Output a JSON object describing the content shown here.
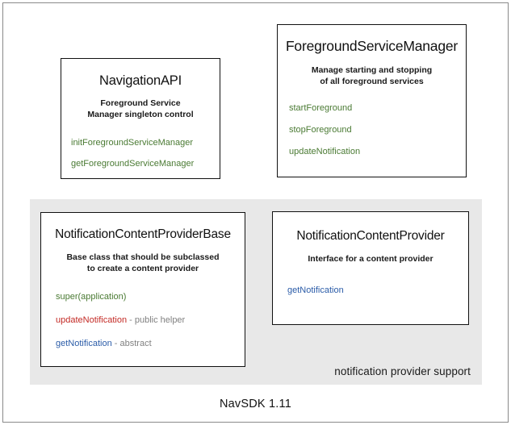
{
  "diagram": {
    "footer_label": "NavSDK 1.11",
    "colors": {
      "background": "#ffffff",
      "frame_border": "#8a8a8a",
      "group_panel": "#e8e8e8",
      "box_border": "#111111",
      "method_green": "#4a7a33",
      "method_red": "#c32a25",
      "method_blue": "#2b5ca8",
      "note_gray": "#808080",
      "text": "#111111"
    },
    "group_panel": {
      "label": "notification provider support"
    },
    "boxes": [
      {
        "id": "navigationapi",
        "title": "NavigationAPI",
        "description": "Foreground Service\nManager singleton control",
        "members": [
          {
            "name": "initForegroundServiceManager",
            "color": "green",
            "note": ""
          },
          {
            "name": "getForegroundServiceManager",
            "color": "green",
            "note": ""
          }
        ]
      },
      {
        "id": "foregroundservicemanager",
        "title": "ForegroundServiceManager",
        "description": "Manage starting and stopping\nof all foreground services",
        "members": [
          {
            "name": "startForeground",
            "color": "green",
            "note": ""
          },
          {
            "name": "stopForeground",
            "color": "green",
            "note": ""
          },
          {
            "name": "updateNotification",
            "color": "green",
            "note": ""
          }
        ]
      },
      {
        "id": "notificationcontentproviderbase",
        "title": "NotificationContentProviderBase",
        "description": "Base class that should be subclassed\nto create a content provider",
        "members": [
          {
            "name": "super(application)",
            "color": "green",
            "note": ""
          },
          {
            "name": "updateNotification",
            "color": "red",
            "note": " - public helper"
          },
          {
            "name": "getNotification",
            "color": "blue",
            "note": " - abstract"
          }
        ]
      },
      {
        "id": "notificationcontentprovider",
        "title": "NotificationContentProvider",
        "description": "Interface for a content provider",
        "members": [
          {
            "name": "getNotification",
            "color": "blue",
            "note": ""
          }
        ]
      }
    ]
  }
}
